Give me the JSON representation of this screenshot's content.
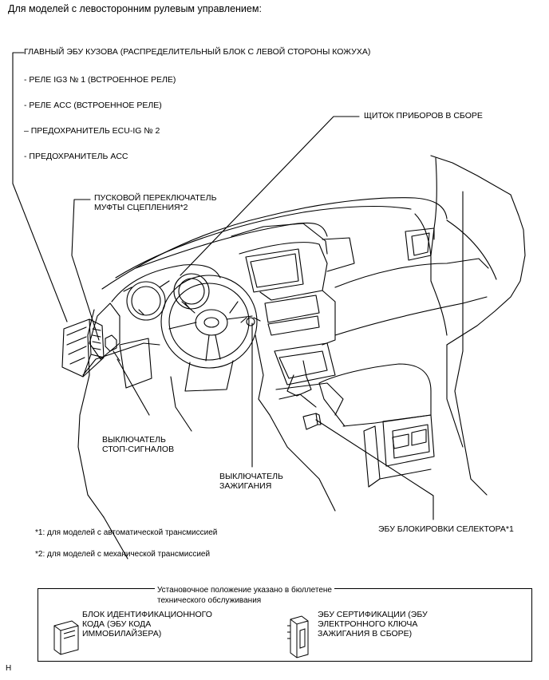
{
  "header": "Для моделей с левосторонним рулевым управлением:",
  "labels": {
    "main_ecu": "ГЛАВНЫЙ ЭБУ КУЗОВА (РАСПРЕДЕЛИТЕЛЬНЫЙ БЛОК С ЛЕВОЙ СТОРОНЫ КОЖУХА)",
    "main_ecu_items": [
      "- РЕЛЕ IG3 № 1 (ВСТРОЕННОЕ РЕЛЕ)",
      "- РЕЛЕ ACC (ВСТРОЕННОЕ РЕЛЕ)",
      "– ПРЕДОХРАНИТЕЛЬ ECU-IG № 2",
      "- ПРЕДОХРАНИТЕЛЬ ACC"
    ],
    "combination_meter": "ЩИТОК ПРИБОРОВ В СБОРЕ",
    "clutch_start_switch": "ПУСКОВОЙ ПЕРЕКЛЮЧАТЕЛЬ\nМУФТЫ СЦЕПЛЕНИЯ*2",
    "stop_lamp_switch": "ВЫКЛЮЧАТЕЛЬ\nСТОП-СИГНАЛОВ",
    "ignition_switch": "ВЫКЛЮЧАТЕЛЬ\nЗАЖИГАНИЯ",
    "shift_lock_ecu": "ЭБУ БЛОКИРОВКИ СЕЛЕКТОРА*1"
  },
  "notes": [
    "*1: для моделей с автоматической трансмиссией",
    "*2: для моделей с механической трансмиссией"
  ],
  "legend": {
    "caption": "Установочное положение указано в бюллетене\nтехнического обслуживания",
    "items": [
      {
        "label": "БЛОК ИДЕНТИФИКАЦИОННОГО\nКОДА (ЭБУ КОДА\nИММОБИЛАЙЗЕРА)",
        "icon": "immobiliser-ecu-icon"
      },
      {
        "label": "ЭБУ СЕРТИФИКАЦИИ (ЭБУ\nЭЛЕКТРОННОГО КЛЮЧА\nЗАЖИГАНИЯ В СБОРЕ)",
        "icon": "certification-ecu-icon"
      }
    ]
  },
  "footer": "H"
}
